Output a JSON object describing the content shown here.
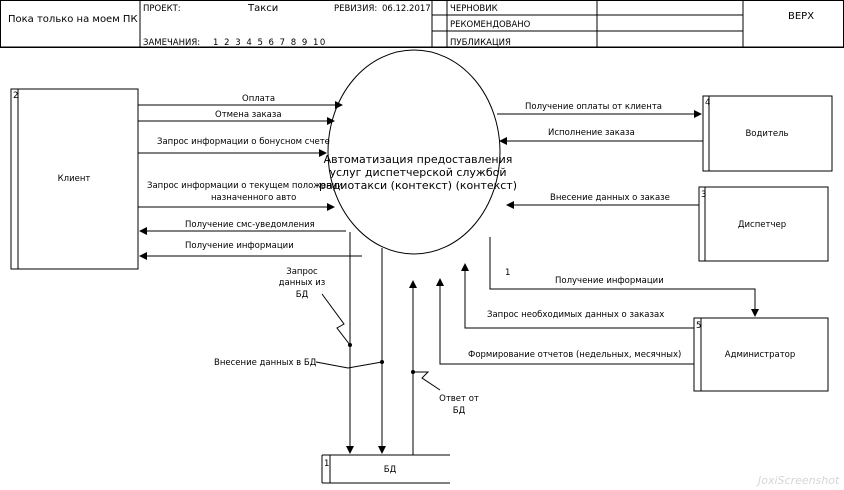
{
  "header": {
    "author_note": "Пока только на моем ПК",
    "project_label": "ПРОЕКТ:",
    "project_value": "Такси",
    "revision_label": "РЕВИЗИЯ:",
    "revision_value": "06.12.2017",
    "notes_label": "ЗАМЕЧАНИЯ:",
    "notes_numbers": "1 2 3 4 5 6 7 8 9 10",
    "status_draft": "ЧЕРНОВИК",
    "status_recommended": "РЕКОМЕНДОВАНО",
    "status_publication": "ПУБЛИКАЦИЯ",
    "level": "ВЕРХ"
  },
  "process": {
    "line1": "Автоматизация предоставления",
    "line2": "услуг диспетчерской службой",
    "line3": "радиотакси (контекст) (контекст)"
  },
  "entities": {
    "client": {
      "number": "2",
      "name": "Клиент"
    },
    "driver": {
      "number": "4",
      "name": "Водитель"
    },
    "dispatcher": {
      "number": "3",
      "name": "Диспетчер"
    },
    "admin": {
      "number": "5",
      "name": "Администратор"
    },
    "store": {
      "number": "1",
      "name": "БД"
    }
  },
  "flows": {
    "payment": "Оплата",
    "cancel_order": "Отмена заказа",
    "bonus_request": "Запрос информации о бонусном счете",
    "current_request_1": "Запрос информации о текущем положении",
    "current_request_2": "назначенного авто",
    "sms": "Получение смс-уведомления",
    "info_client": "Получение информации",
    "driver_payment": "Получение оплаты от клиента",
    "order_exec": "Исполнение заказа",
    "dispatcher_input": "Внесение данных о заказе",
    "admin_info": "Получение информации",
    "admin_flow_number": "1",
    "admin_request": "Запрос необходимых данных о заказах",
    "admin_reports": "Формирование отчетов (недельных, месячных)",
    "db_request_1": "Запрос",
    "db_request_2": "данных из",
    "db_request_3": "БД",
    "db_insert": "Внесение данных  в  БД",
    "db_answer_1": "Ответ от",
    "db_answer_2": "БД"
  },
  "watermark": "JoxiScreenshot"
}
